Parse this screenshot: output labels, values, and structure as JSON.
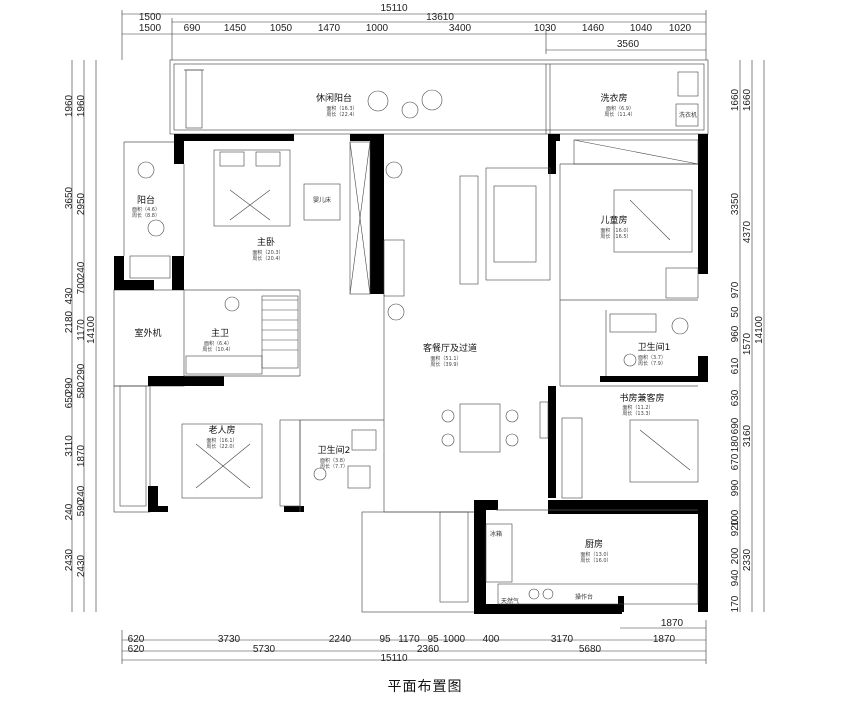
{
  "title": "平面布置图",
  "top_dims": {
    "total": "15110",
    "sub_total": "13610",
    "row1": [
      "1500"
    ],
    "row2": [
      "1500",
      "690",
      "1450",
      "1050",
      "1470",
      "1000",
      "3400",
      "1030",
      "1460",
      "1040",
      "1020"
    ],
    "right_extra": "3560"
  },
  "bottom_dims": {
    "row1": [
      "620",
      "3730",
      "2240",
      "95",
      "1170",
      "95",
      "1000",
      "400",
      "3170",
      "1870"
    ],
    "row2": [
      "620",
      "5730",
      "2360",
      "5680"
    ],
    "total": "15110",
    "kitchen_right": "1870"
  },
  "left_dims": {
    "outer": [
      "1960",
      "3650",
      "430",
      "2180",
      "290",
      "650",
      "3110",
      "240",
      "2430"
    ],
    "inner": [
      "1960",
      "2950",
      "240",
      "700",
      "1170",
      "290",
      "580",
      "1870",
      "240",
      "590",
      "2430"
    ],
    "total": "14100"
  },
  "right_dims": {
    "outer": [
      "1660",
      "4370",
      "1570",
      "3160",
      "2330"
    ],
    "inner": [
      "1660",
      "3350",
      "970",
      "50",
      "960",
      "610",
      "630",
      "690",
      "180",
      "670",
      "990",
      "920",
      "100",
      "200",
      "940",
      "170"
    ],
    "total": "14100"
  },
  "rooms": [
    {
      "key": "leisure",
      "name": "休闲阳台",
      "area": "面积（16.3）",
      "perim": "周长（22.4）"
    },
    {
      "key": "laundry",
      "name": "洗衣房",
      "area": "面积（6.9）",
      "perim": "周长（11.4）"
    },
    {
      "key": "balcony",
      "name": "阳台",
      "area": "面积（4.6）",
      "perim": "周长（8.8）"
    },
    {
      "key": "master",
      "name": "主卧",
      "area": "面积（20.3）",
      "perim": "周长（20.4）"
    },
    {
      "key": "child",
      "name": "儿童房",
      "area": "面积（16.0）",
      "perim": "周长（16.5）"
    },
    {
      "key": "living",
      "name": "客餐厅及过道",
      "area": "面积（51.1）",
      "perim": "周长（39.9）"
    },
    {
      "key": "mbath",
      "name": "主卫",
      "area": "面积（6.4）",
      "perim": "周长（10.4）"
    },
    {
      "key": "bath1",
      "name": "卫生间1",
      "area": "面积（3.7）",
      "perim": "周长（7.9）"
    },
    {
      "key": "study",
      "name": "书房兼客房",
      "area": "面积（11.2）",
      "perim": "周长（13.3）"
    },
    {
      "key": "elder",
      "name": "老人房",
      "area": "面积（16.1）",
      "perim": "周长（22.0）"
    },
    {
      "key": "bath2",
      "name": "卫生间2",
      "area": "面积（3.8）",
      "perim": "周长（7.7）"
    },
    {
      "key": "kitchen",
      "name": "厨房",
      "area": "面积（13.0）",
      "perim": "周长（16.0）"
    }
  ],
  "labels": {
    "ac": "室外机",
    "crib": "婴儿床",
    "laundry_tag": "洗衣机",
    "fridge": "冰箱",
    "gas": "天然气",
    "counter": "操作台"
  }
}
